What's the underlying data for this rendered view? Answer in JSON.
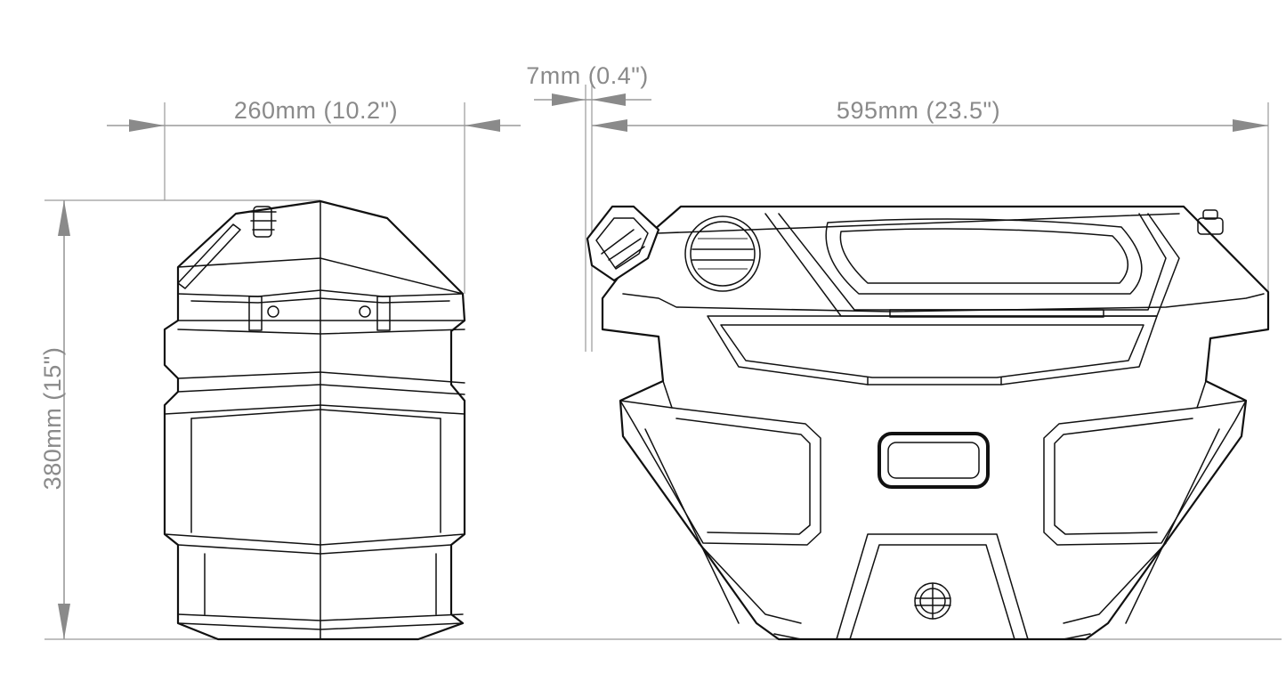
{
  "dimensions": {
    "side_width": "260mm (10.2\")",
    "front_width": "595mm (23.5\")",
    "cap_offset": "7mm (0.4\")",
    "height": "380mm (15\")"
  },
  "colors": {
    "dimension": "#8a8a8a",
    "outline": "#111111",
    "background": "#ffffff"
  }
}
